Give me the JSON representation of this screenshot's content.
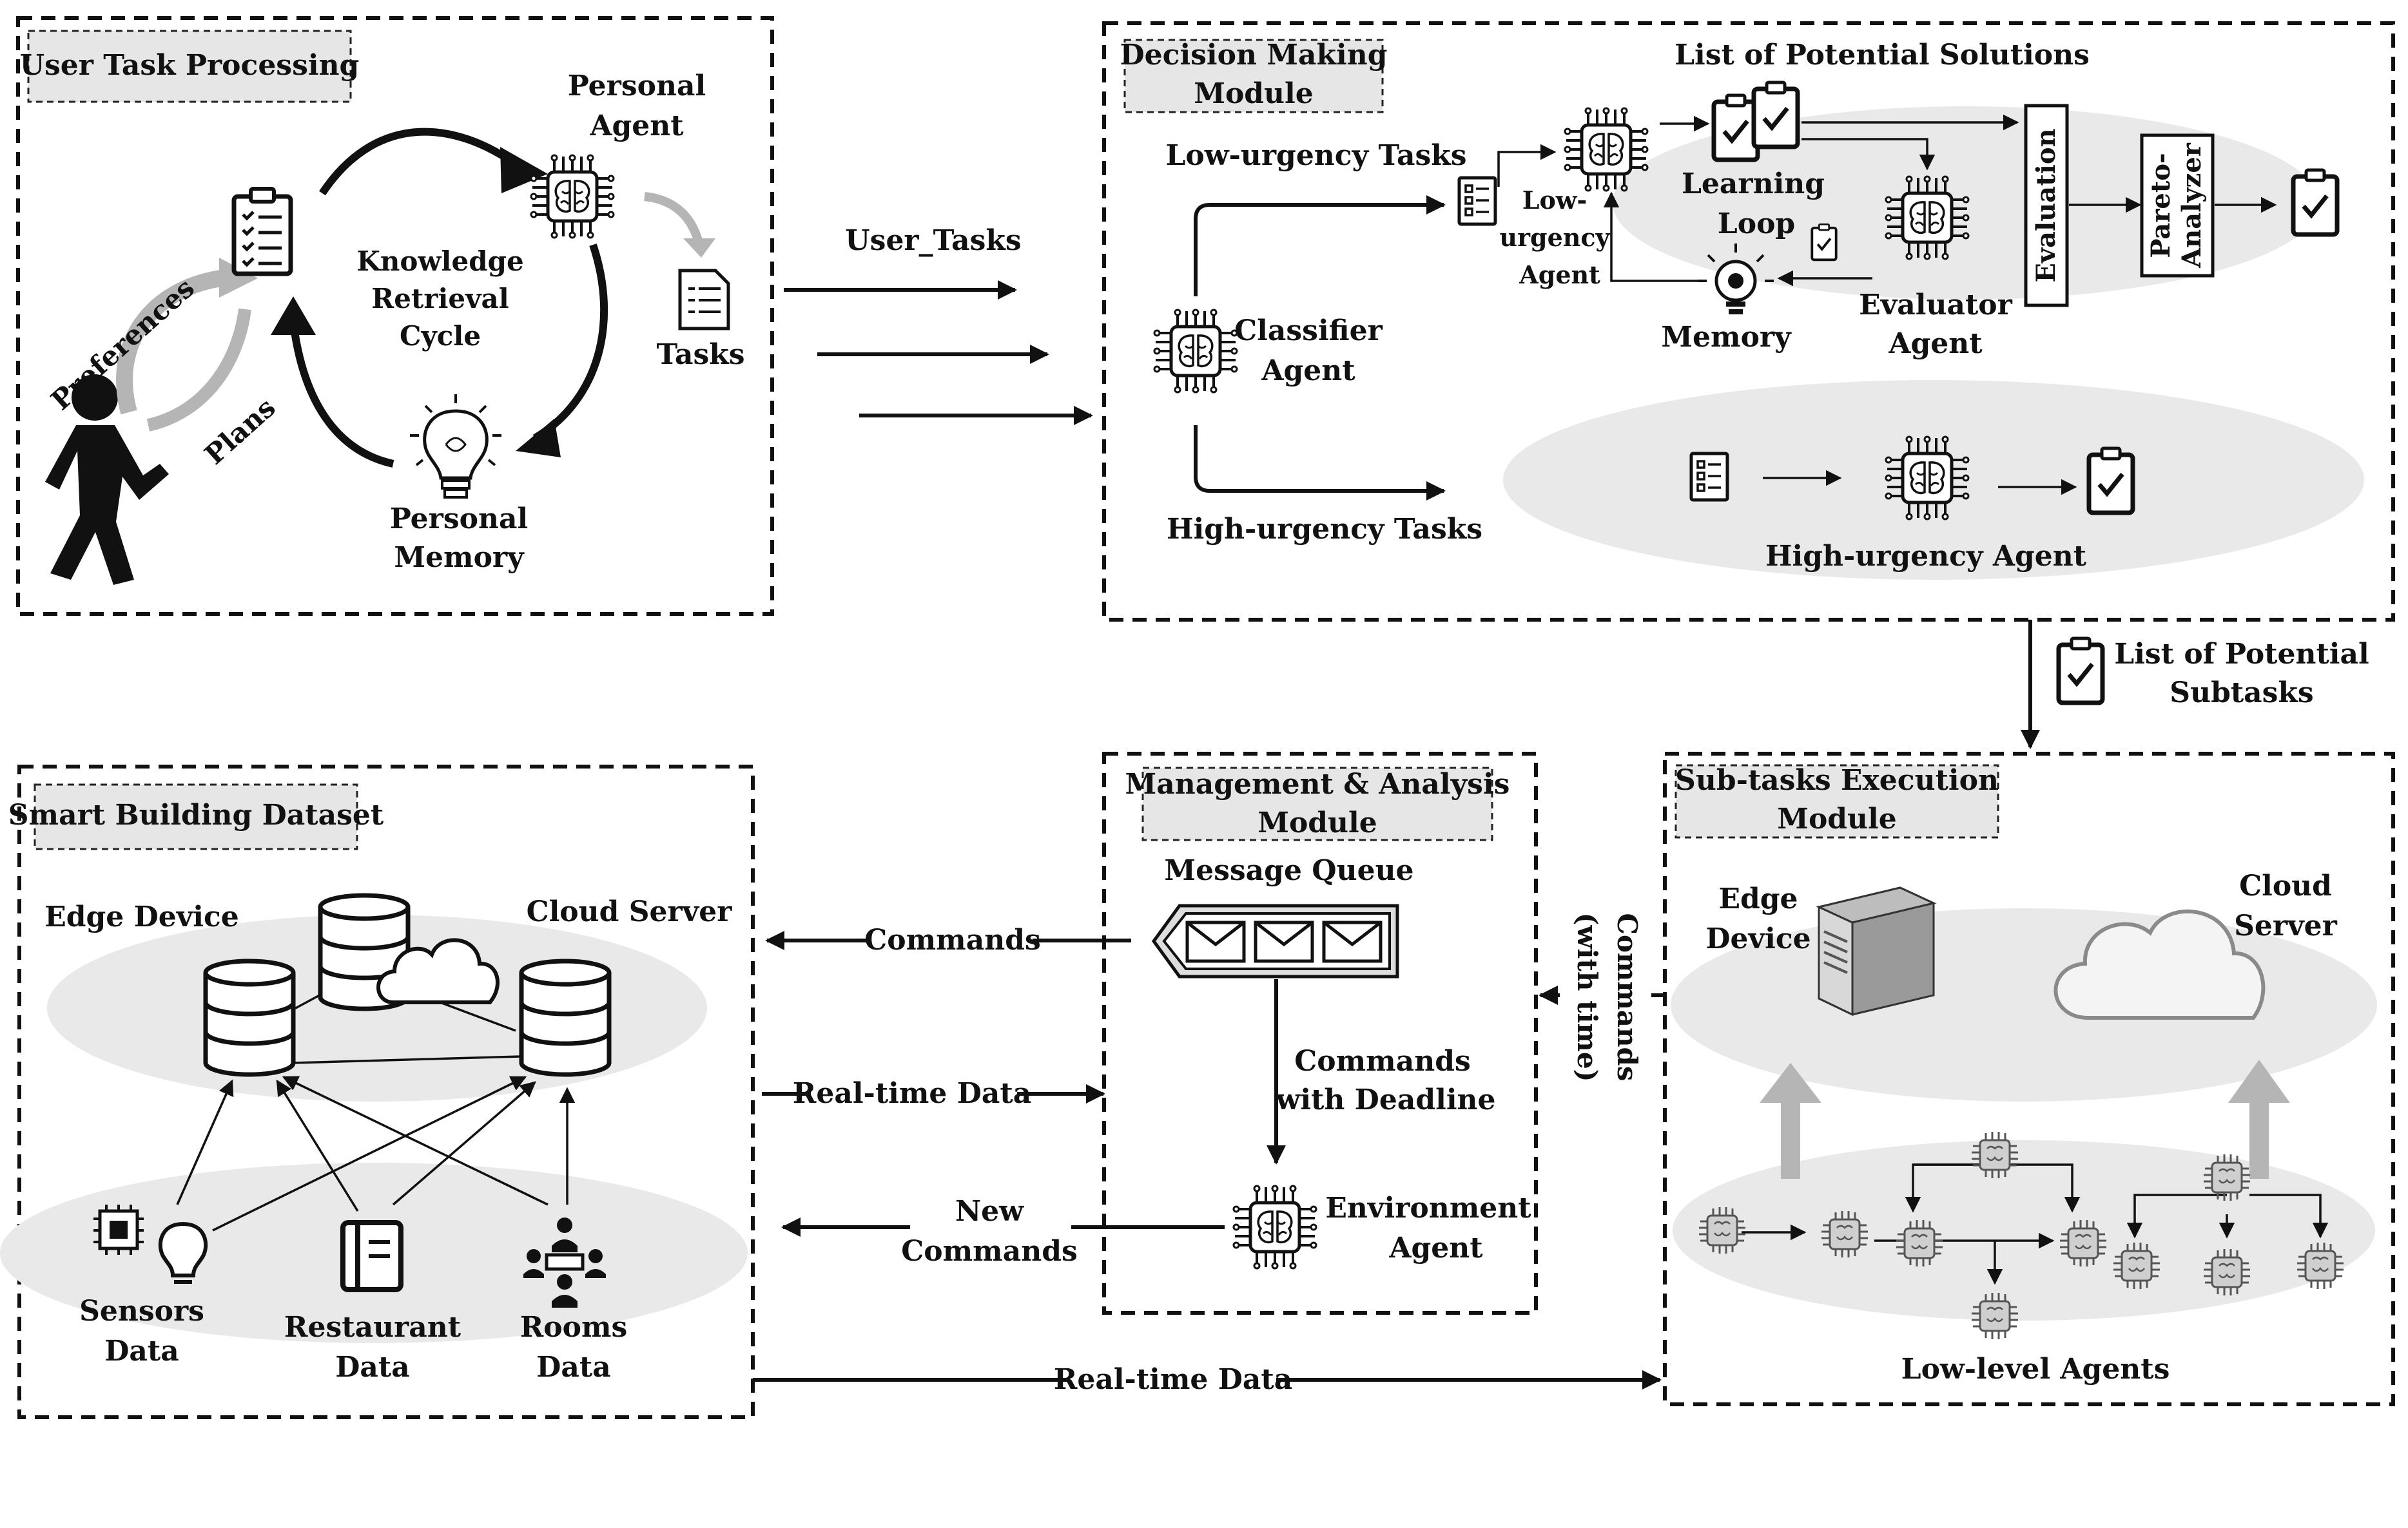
{
  "modules": {
    "user_task": {
      "title": "User Task Processing",
      "personal_agent": [
        "Personal",
        "Agent"
      ],
      "knowledge_cycle": [
        "Knowledge",
        "Retrieval",
        "Cycle"
      ],
      "tasks": "Tasks",
      "personal_memory": [
        "Personal",
        "Memory"
      ],
      "preferences": "Preferences",
      "plans": "Plans"
    },
    "decision": {
      "title": [
        "Decision Making",
        "Module"
      ],
      "list_solutions": "List of  Potential Solutions",
      "low_urgency_tasks": "Low-urgency Tasks",
      "low_urgency_agent": [
        "Low-",
        "urgency",
        "Agent"
      ],
      "learning_loop": [
        "Learning",
        "Loop"
      ],
      "memory": "Memory",
      "evaluator_agent": [
        "Evaluator",
        "Agent"
      ],
      "classifier_agent": [
        "Classifier",
        "Agent"
      ],
      "evaluation": "Evaluation",
      "pareto": [
        "Pareto-",
        "Analyzer"
      ],
      "high_urgency_tasks": "High-urgency Tasks",
      "high_urgency_agent": "High-urgency Agent"
    },
    "connector": {
      "user_tasks": "User_Tasks",
      "list_subtasks": [
        "List of  Potential",
        "Subtasks"
      ]
    },
    "smart_building": {
      "title": "Smart Building Dataset",
      "edge_device": "Edge Device",
      "cloud_server": "Cloud Server",
      "sensors": [
        "Sensors",
        "Data"
      ],
      "restaurant": [
        "Restaurant",
        "Data"
      ],
      "rooms": [
        "Rooms",
        "Data"
      ]
    },
    "management": {
      "title": [
        "Management & Analysis",
        "Module"
      ],
      "message_queue": "Message Queue",
      "commands_deadline": [
        "Commands",
        "with Deadline"
      ],
      "environment_agent": [
        "Environment",
        "Agent"
      ],
      "commands": "Commands",
      "realtime_data": "Real-time Data",
      "new_commands": [
        "New",
        "Commands"
      ],
      "commands_with_time": [
        "Commands",
        "(with time)"
      ]
    },
    "subtasks": {
      "title": [
        "Sub-tasks Execution",
        "Module"
      ],
      "edge_device": [
        "Edge",
        "Device"
      ],
      "cloud_server": [
        "Cloud",
        "Server"
      ],
      "low_level_agents": "Low-level Agents"
    },
    "bottom": {
      "realtime_data": "Real-time Data"
    }
  },
  "colors": {
    "ink": "#111111",
    "ellipse_fill": "#e9e9e9",
    "tag_fill": "#e6e6e6",
    "gray_arrow": "#b5b5b5"
  }
}
